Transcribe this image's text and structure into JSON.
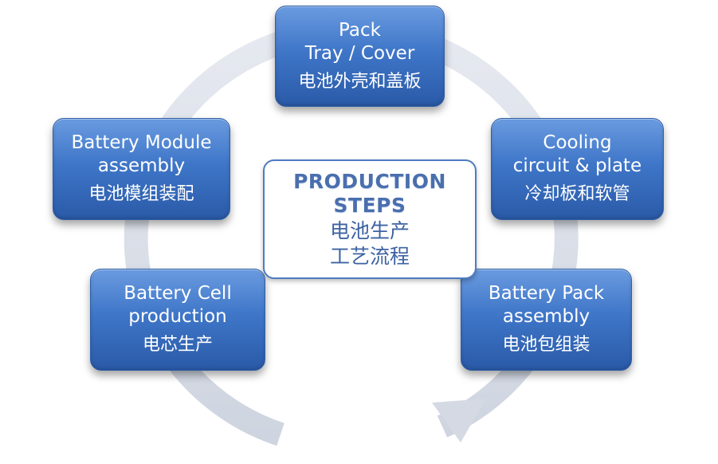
{
  "center": {
    "title_line1": "PRODUCTION",
    "title_line2": "STEPS",
    "zh_line1": "电池生产",
    "zh_line2": "工艺流程"
  },
  "steps": [
    {
      "en_line1": "Pack",
      "en_line2": "Tray / Cover",
      "zh": "电池外壳和盖板"
    },
    {
      "en_line1": "Cooling",
      "en_line2": "circuit & plate",
      "zh": "冷却板和软管"
    },
    {
      "en_line1": "Battery Pack",
      "en_line2": "assembly",
      "zh": "电池包组装"
    },
    {
      "en_line1": "Battery Cell",
      "en_line2": "production",
      "zh": "电芯生产"
    },
    {
      "en_line1": "Battery Module",
      "en_line2": "assembly",
      "zh": "电池模组装配"
    }
  ],
  "colors": {
    "box_fill": "#3f76c8",
    "ring": "#d9dee8",
    "center_border": "#4d7cc0",
    "center_text": "#4a6fae"
  }
}
